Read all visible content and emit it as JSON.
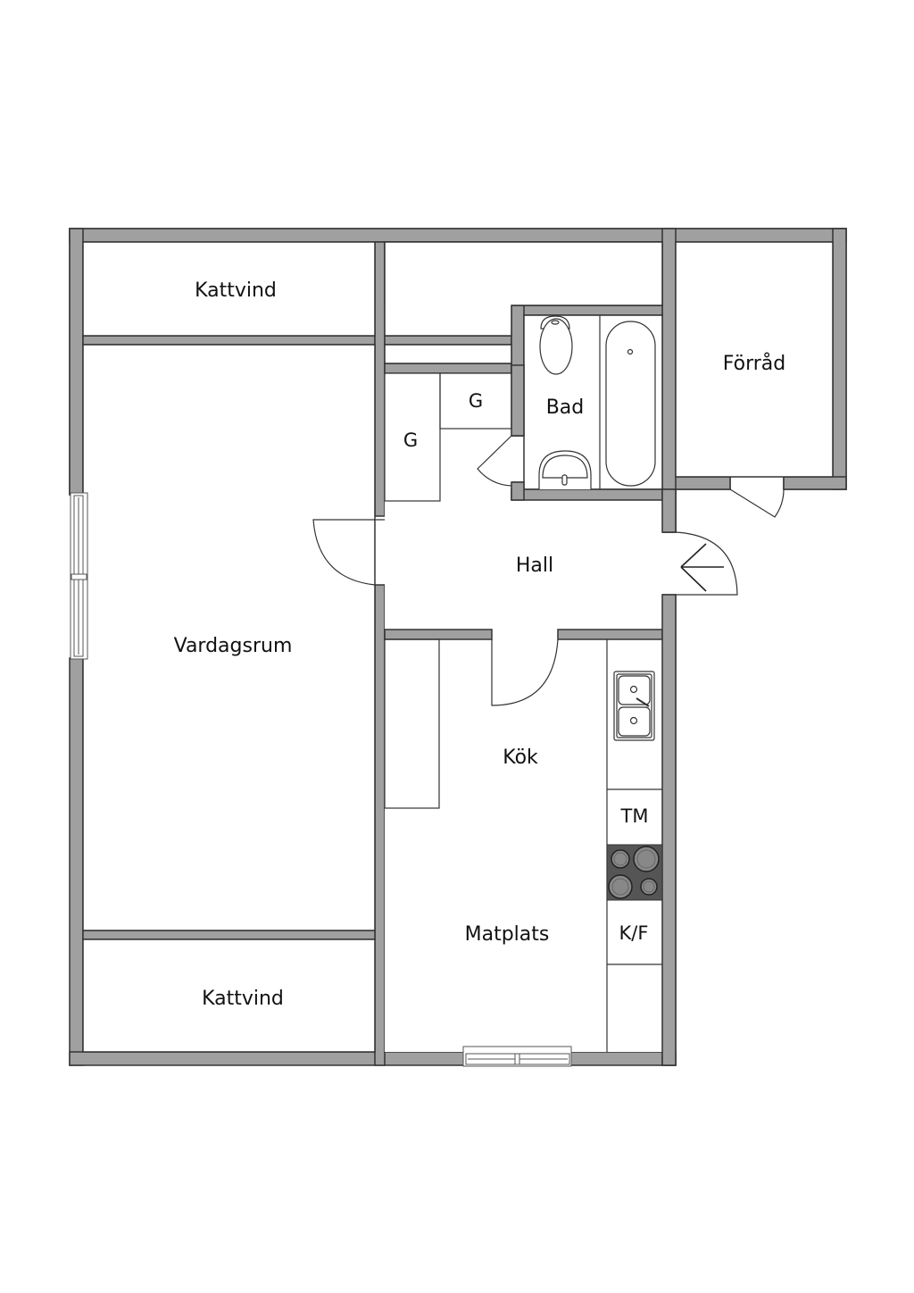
{
  "diagram": {
    "type": "floor-plan",
    "colors": {
      "wall": "#a0a0a0",
      "outline": "#333333",
      "stove": "#555555",
      "burner": "#888888",
      "background": "#ffffff"
    },
    "rooms": {
      "kattvind_top": "Kattvind",
      "vardagsrum": "Vardagsrum",
      "kattvind_bottom": "Kattvind",
      "bad": "Bad",
      "forrad": "Förråd",
      "hall": "Hall",
      "kok": "Kök",
      "matplats": "Matplats"
    },
    "closets": {
      "g1": "G",
      "g2": "G"
    },
    "appliances": {
      "tm": "TM",
      "kf": "K/F"
    },
    "fixtures": [
      "toilet",
      "bathtub",
      "washbasin",
      "double-sink",
      "stove"
    ],
    "entrance": "arrow-entrance"
  }
}
